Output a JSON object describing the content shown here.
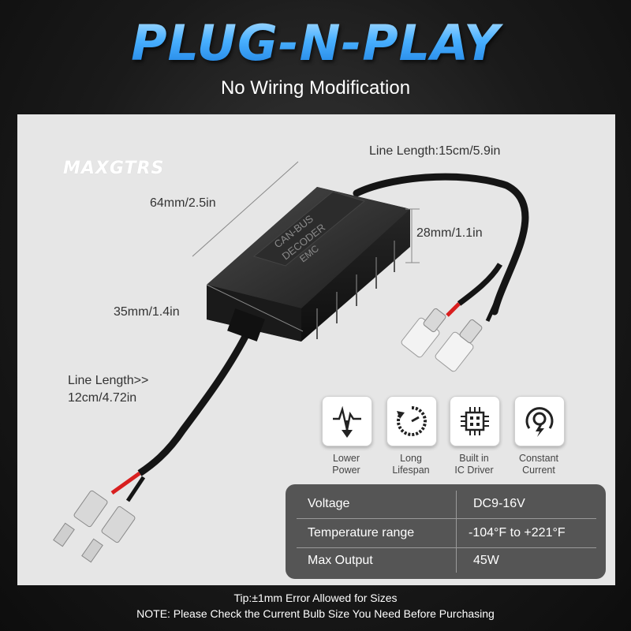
{
  "header": {
    "title": "PLUG-N-PLAY",
    "subtitle": "No Wiring Modification"
  },
  "brand": "MAXGTRS",
  "product": {
    "label_line1": "CAN-BUS",
    "label_line2": "DECODER",
    "label_line3": "EMC"
  },
  "dimensions": {
    "line_length_top": "Line Length:15cm/5.9in",
    "length": "64mm/2.5in",
    "height": "28mm/1.1in",
    "width": "35mm/1.4in",
    "line_length_bottom_1": "Line Length>>",
    "line_length_bottom_2": "12cm/4.72in"
  },
  "features": [
    {
      "icon": "lower-power-icon",
      "label": "Lower\nPower"
    },
    {
      "icon": "long-lifespan-icon",
      "label": "Long\nLifespan"
    },
    {
      "icon": "ic-driver-icon",
      "label": "Built in\nIC Driver"
    },
    {
      "icon": "constant-current-icon",
      "label": "Constant\nCurrent"
    }
  ],
  "specs": [
    {
      "key": "Voltage",
      "value": "DC9-16V"
    },
    {
      "key": "Temperature range",
      "value": "-104°F to +221°F"
    },
    {
      "key": "Max Output",
      "value": "45W"
    }
  ],
  "footer": {
    "tip": "Tip:±1mm Error Allowed for Sizes",
    "note": "NOTE: Please Check the Current Bulb Size You Need Before Purchasing"
  }
}
